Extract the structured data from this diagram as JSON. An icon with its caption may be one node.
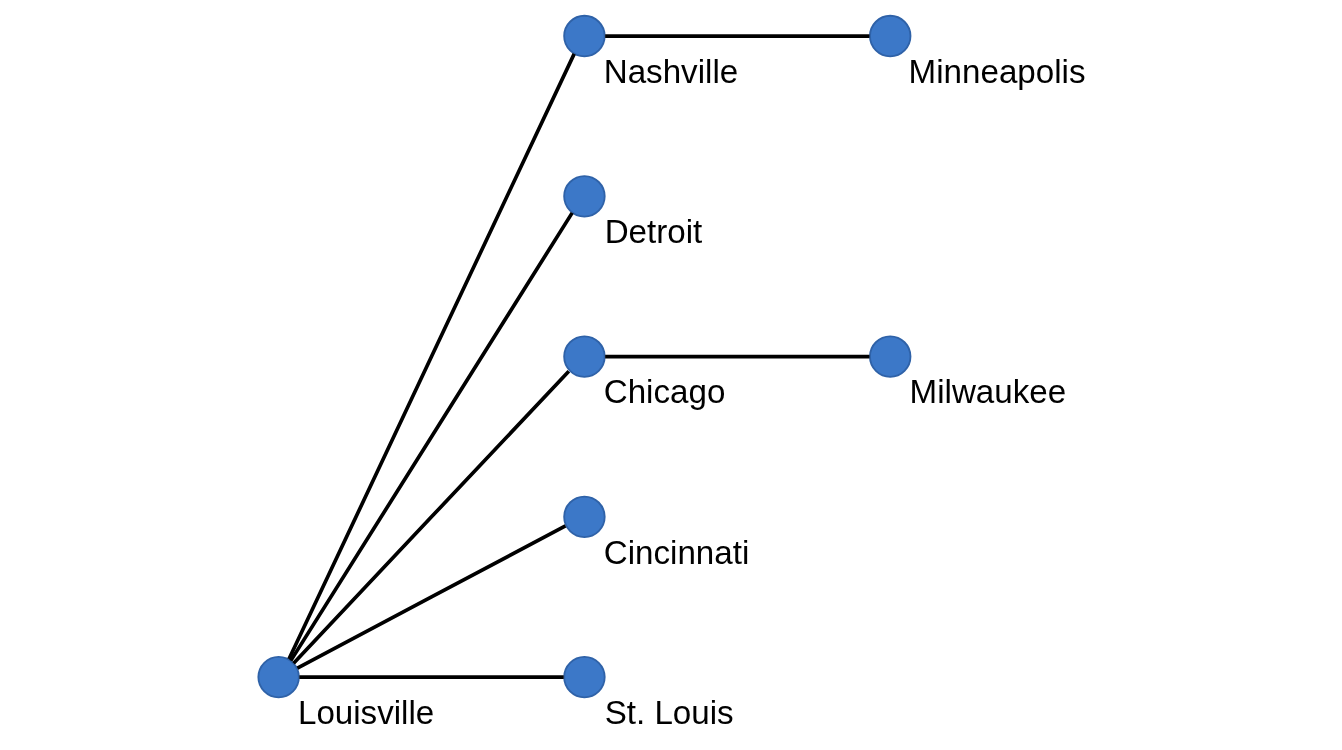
{
  "diagram": {
    "nodes": [
      {
        "text": [],
        "shape": "circle",
        "beside": [
          "Minneapolis"
        ]
      },
      {
        "text": [],
        "shape": "circle",
        "beside": [
          "Detroit"
        ]
      },
      {
        "text": [],
        "shape": "circle",
        "beside": [
          "Milwaukee"
        ]
      },
      {
        "text": [],
        "shape": "circle",
        "beside": [
          "Chicago"
        ]
      },
      {
        "text": [],
        "shape": "circle",
        "beside": [
          "Cincinnati"
        ]
      },
      {
        "text": [],
        "shape": "circle",
        "beside": [
          "St. Louis"
        ]
      },
      {
        "text": [],
        "shape": "circle",
        "beside": [
          "Louisville"
        ]
      },
      {
        "text": [],
        "shape": "circle",
        "beside": [
          "Nashville"
        ]
      }
    ],
    "edges": [
      {
        "from": 0,
        "to": 7,
        "arrow": "none"
      },
      {
        "from": 2,
        "to": 3,
        "arrow": "none"
      },
      {
        "from": 3,
        "to": 6,
        "arrow": "none"
      },
      {
        "from": 1,
        "to": 6,
        "arrow": "none"
      },
      {
        "from": 4,
        "to": 6,
        "arrow": "none"
      },
      {
        "from": 5,
        "to": 6,
        "arrow": "none"
      },
      {
        "from": 7,
        "to": 6,
        "arrow": "none"
      }
    ]
  }
}
